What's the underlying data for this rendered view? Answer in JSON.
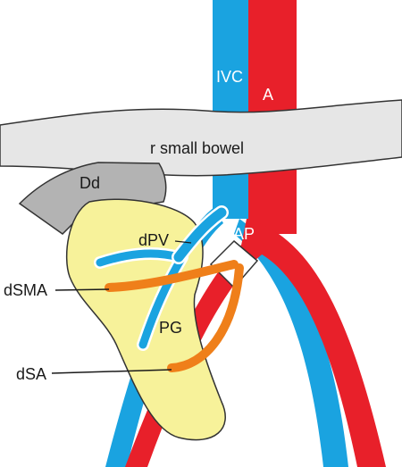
{
  "diagram": {
    "labels": {
      "ivc": "IVC",
      "aorta": "A",
      "bowel": "r small bowel",
      "duodenum": "Dd",
      "dpv": "dPV",
      "dap": "dAP",
      "dsma": "dSMA",
      "pg": "PG",
      "dsa": "dSA"
    },
    "colors": {
      "aorta_red": "#e8202a",
      "ivc_blue": "#1aa3e0",
      "bowel_gray": "#e6e6e6",
      "duodenum_gray": "#b3b3b3",
      "pancreas_yellow": "#f7f29a",
      "graft_orange": "#ef7f1a",
      "outline": "#333333"
    }
  }
}
